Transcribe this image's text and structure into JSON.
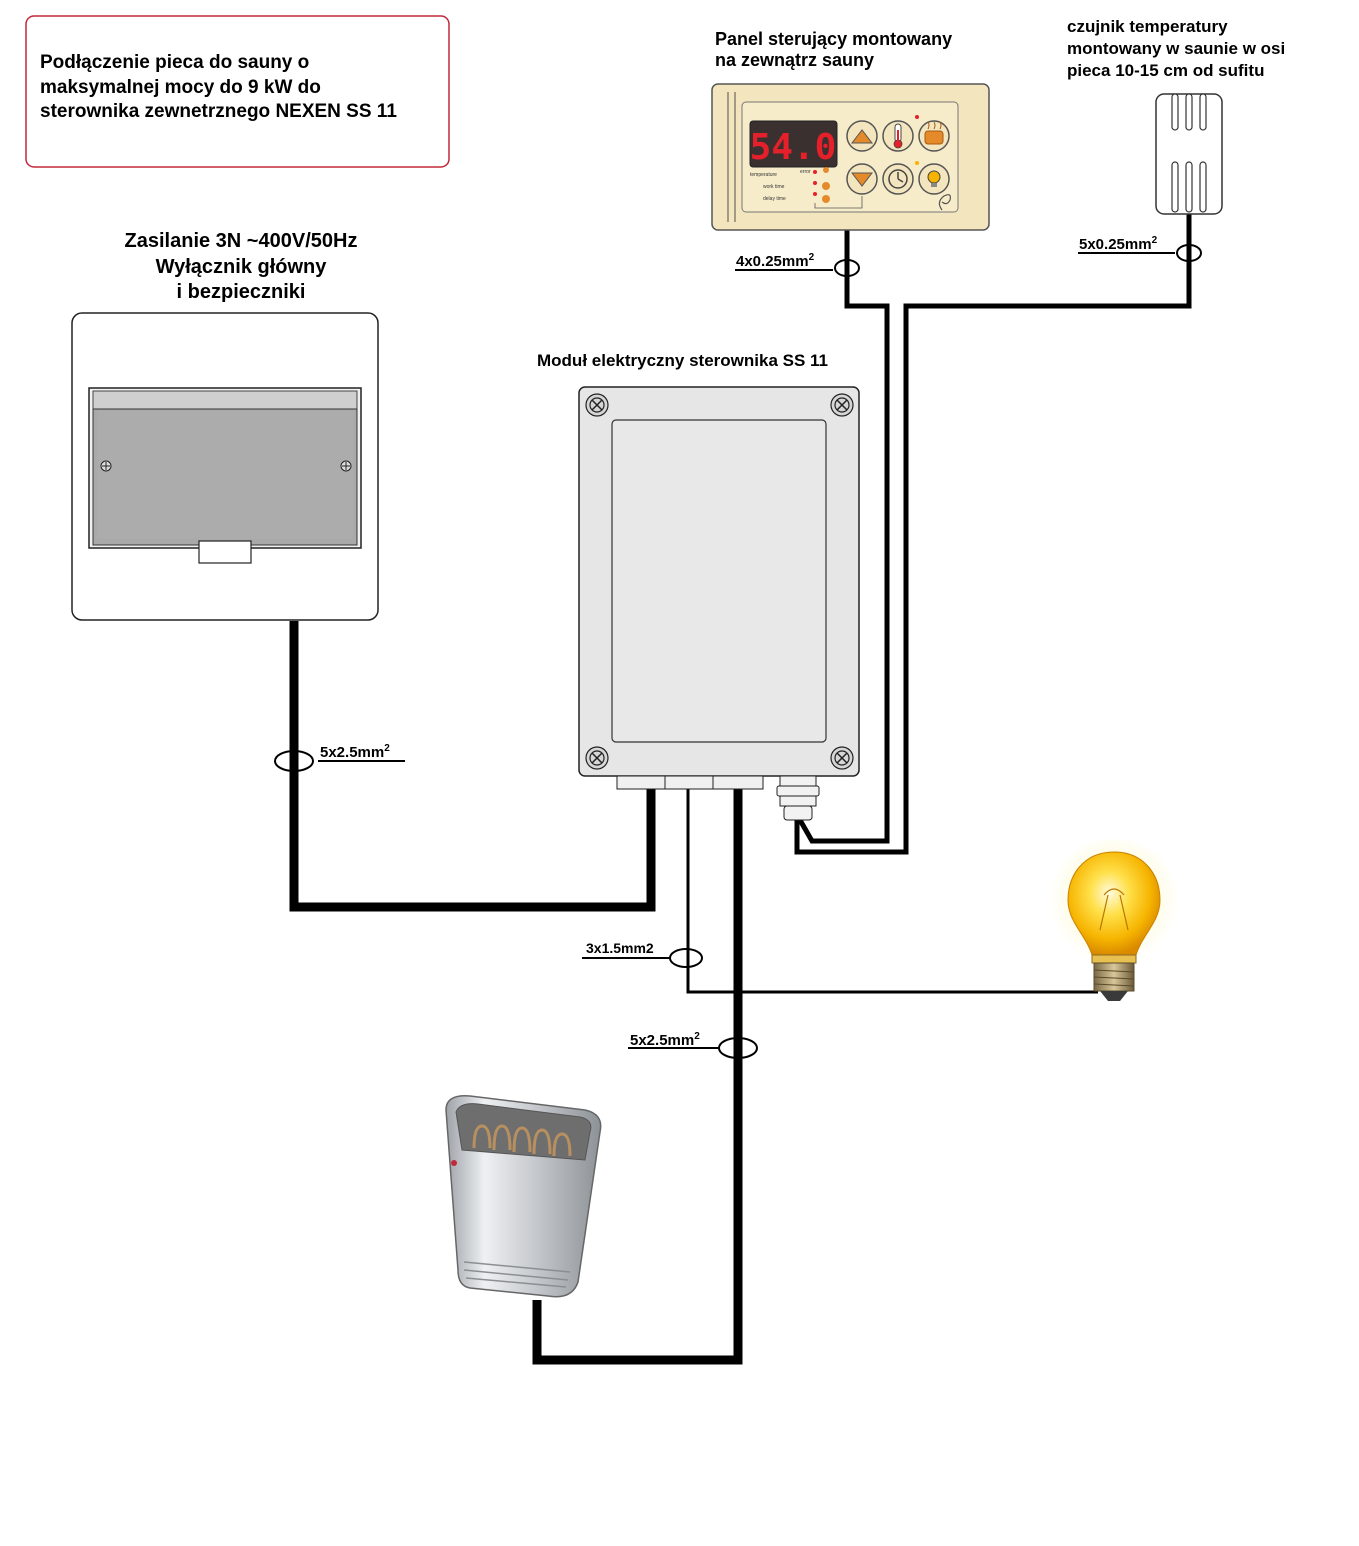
{
  "title_box": {
    "lines": [
      "Podłączenie pieca do sauny o",
      "maksymalnej mocy do 9 kW do",
      "sterownika zewnetrznego NEXEN SS 11"
    ]
  },
  "power_supply": {
    "lines": [
      "Zasilanie 3N ~400V/50Hz",
      "Wyłącznik główny",
      "i bezpieczniki"
    ]
  },
  "control_panel": {
    "lines": [
      "Panel sterujący montowany",
      "na zewnątrz sauny"
    ],
    "display_value": "54.0",
    "panel_labels": [
      "temperature",
      "work time",
      "delay time",
      "error"
    ]
  },
  "temperature_sensor": {
    "lines": [
      "czujnik temperatury",
      "montowany w saunie w osi",
      "pieca 10-15 cm od sufitu"
    ]
  },
  "module": {
    "label": "Moduł elektryczny sterownika SS 11"
  },
  "cables": {
    "panel": {
      "text": "4x0.25mm",
      "sup": "2"
    },
    "sensor": {
      "text": "5x0.25mm",
      "sup": "2"
    },
    "supply": {
      "text": "5x2.5mm",
      "sup": "2"
    },
    "lamp": {
      "text": "3x1.5mm2"
    },
    "heater": {
      "text": "5x2.5mm",
      "sup": "2"
    }
  },
  "colors": {
    "title_border": "#c0283a",
    "panel_face": "#f3e6bf",
    "display_digits": "#e6202a",
    "button_orange": "#e58a2a",
    "lamp_glow": "#f6b400",
    "wire": "#000000",
    "module_body": "#e6e6e6"
  }
}
